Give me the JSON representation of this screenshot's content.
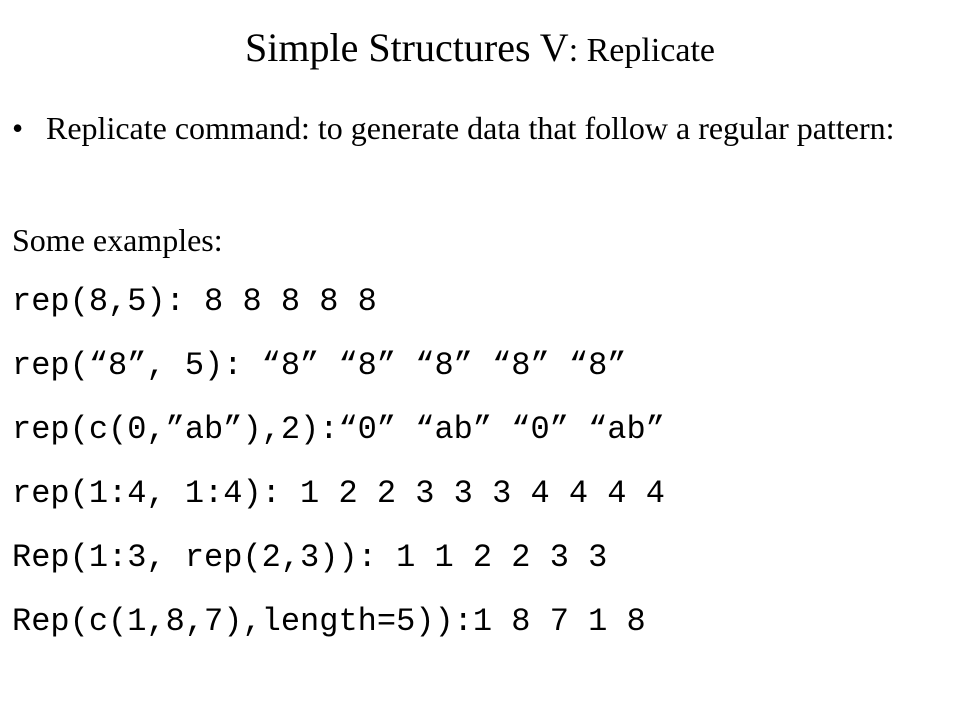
{
  "slide": {
    "title_main": "Simple Structures V",
    "title_sub": ": Replicate",
    "bullet_mark": "•",
    "bullet_text": "Replicate command: to generate data that follow a regular pattern:",
    "intro": "Some examples:",
    "examples": [
      "rep(8,5): 8 8 8 8 8",
      "rep(“8”, 5): “8” “8” “8” “8” “8”",
      "rep(c(0,”ab”),2):“0” “ab” “0” “ab”",
      "rep(1:4, 1:4): 1 2 2 3 3 3 4 4 4 4",
      "Rep(1:3, rep(2,3)): 1 1 2 2 3 3",
      "Rep(c(1,8,7),length=5)):1 8 7 1 8"
    ]
  }
}
